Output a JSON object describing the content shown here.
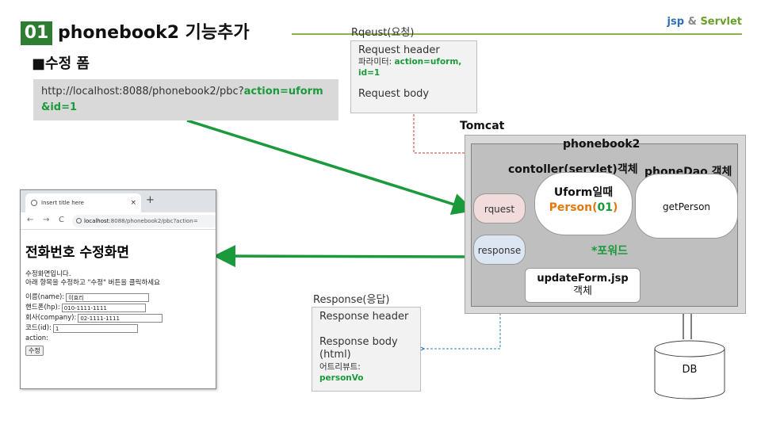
{
  "header": {
    "number": "01",
    "title": "phonebook2 기능추가",
    "brand_jsp": "jsp",
    "brand_amp": " & ",
    "brand_servlet": "Servlet"
  },
  "section": "■수정 폼",
  "url": {
    "prefix": "http://localhost:8088/phonebook2/pbc?",
    "param1": "action=uform",
    "param2": "&id=1"
  },
  "request": {
    "label": "Rqeust(요청)",
    "header": "Request header",
    "params_label": "파라미터: ",
    "params_value1": "action=uform,",
    "params_value2": "id=1",
    "body": "Request body"
  },
  "tomcat": {
    "label": "Tomcat",
    "app": "phonebook2",
    "controller": "contoller(servlet)객체",
    "dao_label": "phoneDao 객체",
    "rquest": "rquest",
    "response": "response",
    "uform_line1": "Uform일때",
    "uform_person": "Person",
    "uform_paren_open": "(",
    "uform_arg": "01",
    "uform_paren_close": ")",
    "dao_method": "getPerson",
    "forward": "*포워드",
    "update_line1": "updateForm.jsp",
    "update_line2": "객체"
  },
  "response_box": {
    "label": "Response(응답)",
    "header": "Response header",
    "body1": "Response body",
    "body2": "(html)",
    "attr_label": "어트리뷰트:",
    "attr_value": "personVo"
  },
  "db": "DB",
  "browser": {
    "tab_title": "Insert title here",
    "tab_close": "×",
    "new_tab": "+",
    "back": "←",
    "forward": "→",
    "reload": "C",
    "address_host": "localhost",
    "address_rest": ":8088/phonebook2/pbc?action=",
    "heading": "전화번호 수정화면",
    "intro1": "수정화면입니다.",
    "intro2": "아래 항목을 수정하고 \"수정\" 버튼을 클릭하세요",
    "fields": [
      {
        "label": "이름(name):",
        "value": "이효리"
      },
      {
        "label": "핸드폰(hp):",
        "value": "010-1111-1111"
      },
      {
        "label": "회사(company):",
        "value": "02-1111-1111"
      },
      {
        "label": "코드(id):",
        "value": "1"
      }
    ],
    "action_label": "action:",
    "submit": "수정"
  },
  "colors": {
    "accent_green": "#1a9a3a",
    "badge_green": "#2e7d32",
    "person_orange": "#e07a10",
    "request_link_red": "#c0392b",
    "response_link_blue": "#2f7fc1"
  }
}
